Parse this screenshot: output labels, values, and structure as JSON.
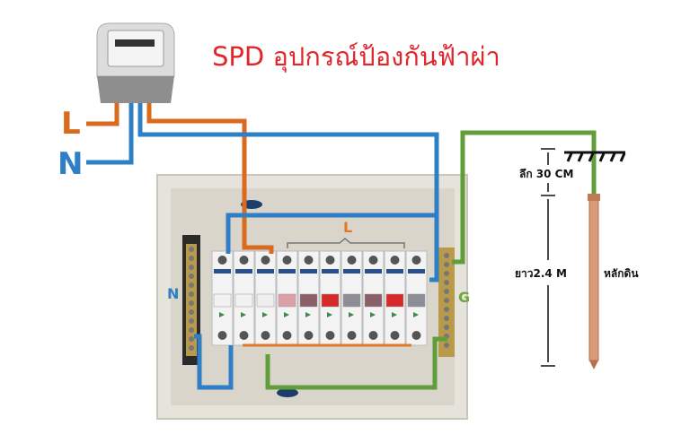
{
  "title": "SPD อุปกรณ์ป้องกันฟ้าผ่า",
  "labels": {
    "line": "L",
    "neutral": "N",
    "line_bus": "L",
    "neutral_bar": "N",
    "ground_bar": "G"
  },
  "ground": {
    "depth": "ลึก 30 CM",
    "length": "ยาว2.4 M",
    "rod": "หลักดิน"
  },
  "colors": {
    "title": "#e0262b",
    "line": "#d96a1e",
    "neutral": "#2e7fc6",
    "ground": "#5f9e3a"
  },
  "breakers": [
    {
      "type": "main",
      "handle": "#f2f2f2"
    },
    {
      "type": "main",
      "handle": "#f2f2f2"
    },
    {
      "type": "spd",
      "handle": "#eeeeee"
    },
    {
      "type": "mcb",
      "handle": "#d9a0a8"
    },
    {
      "type": "mcb",
      "handle": "#8a6068"
    },
    {
      "type": "mcb",
      "handle": "#d62a2a"
    },
    {
      "type": "mcb",
      "handle": "#8d8d95"
    },
    {
      "type": "mcb",
      "handle": "#8a6068"
    },
    {
      "type": "mcb",
      "handle": "#d62a2a"
    },
    {
      "type": "mcb",
      "handle": "#8d8d95"
    }
  ]
}
